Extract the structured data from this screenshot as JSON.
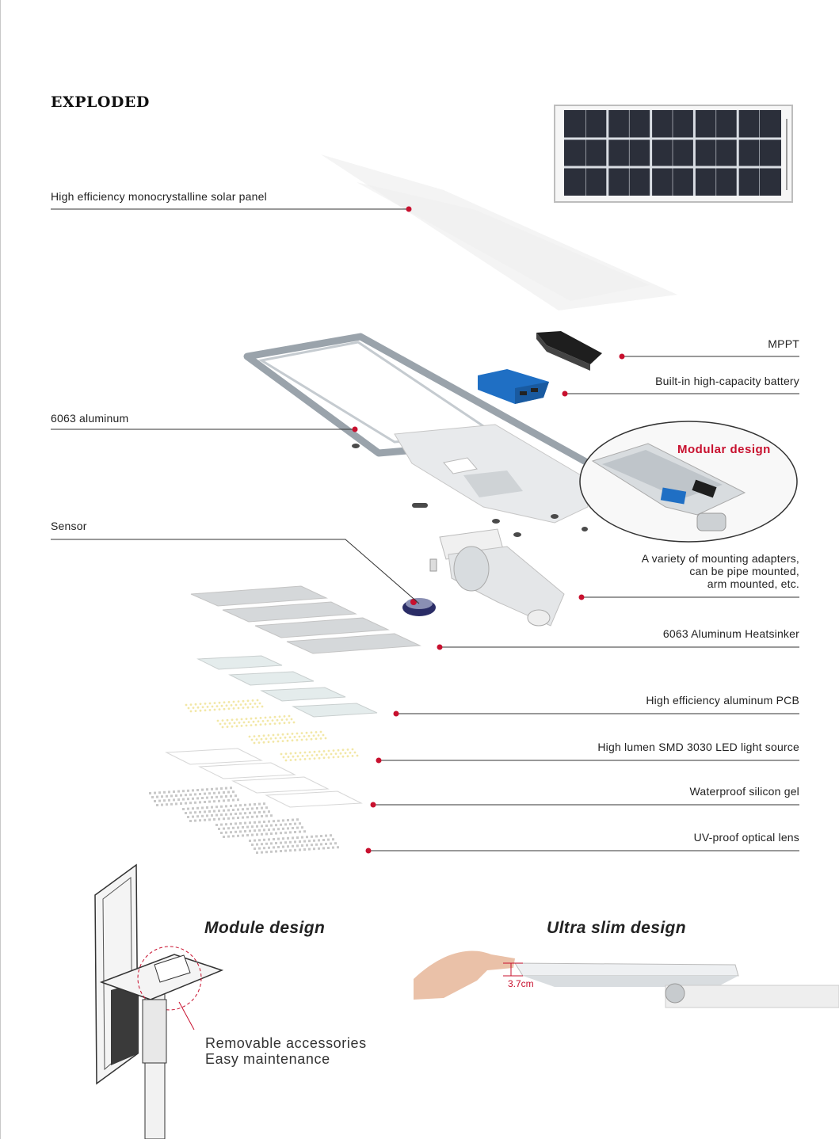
{
  "title": "EXPLODED",
  "labels": {
    "solar_panel": "High efficiency monocrystalline solar panel",
    "aluminum": "6063 aluminum",
    "sensor": "Sensor",
    "mppt": "MPPT",
    "battery": "Built-in high-capacity battery",
    "modular": "Modular design",
    "mounting": [
      "A variety of mounting adapters,",
      "can be pipe mounted,",
      "arm mounted, etc."
    ],
    "heatsinker": "6063 Aluminum Heatsinker",
    "pcb": "High efficiency aluminum PCB",
    "led": "High lumen SMD 3030 LED light source",
    "gel": "Waterproof silicon gel",
    "lens": "UV-proof optical lens"
  },
  "module": {
    "title": "Module design",
    "caption": [
      "Removable accessories",
      "Easy maintenance"
    ]
  },
  "slim": {
    "title": "Ultra slim design",
    "measure": "3.7cm"
  },
  "colors": {
    "accent": "#c8102e",
    "line": "#333333",
    "panel_cell": "#2b2f3a",
    "battery": "#1f6fc4"
  }
}
